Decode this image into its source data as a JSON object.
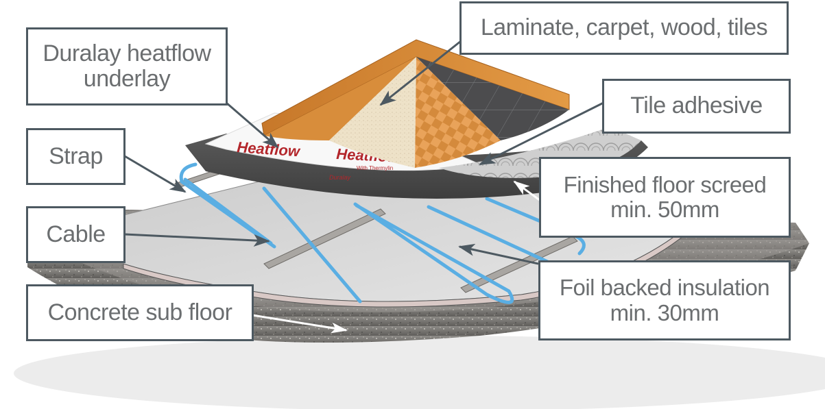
{
  "diagram": {
    "subject": "Underfloor heating cable system cross-section",
    "colors": {
      "callout_border": "#4d5961",
      "callout_text": "#6b6e70",
      "cable": "#5aaee3",
      "arrow_dark": "#4d5961",
      "arrow_light": "#ffffff",
      "underlay_brand": "#b3262b"
    },
    "labels": {
      "floor_finish": "Laminate, carpet, wood, tiles",
      "underlay_line1": "Duralay heatflow",
      "underlay_line2": "underlay",
      "tile_adhesive": "Tile adhesive",
      "strap": "Strap",
      "screed_line1": "Finished floor screed",
      "screed_line2": "min. 50mm",
      "cable": "Cable",
      "insulation_line1": "Foil backed insulation",
      "insulation_line2": "min. 30mm",
      "subfloor": "Concrete sub floor"
    },
    "underlay_print": {
      "brand": "Heatflow",
      "tagline": "With Thermylin",
      "maker": "Duralay"
    }
  }
}
